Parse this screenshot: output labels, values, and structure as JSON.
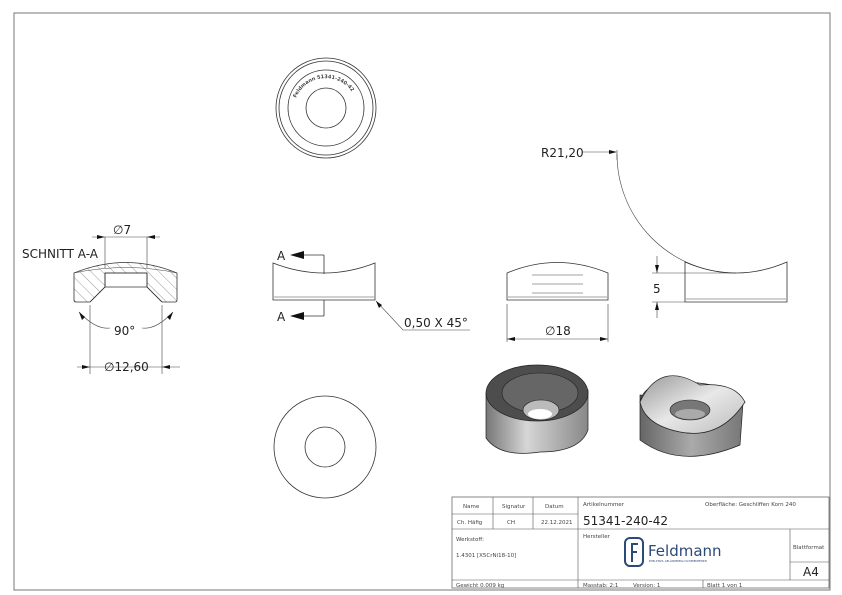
{
  "section_label": "SCHNITT A-A",
  "section_marker": "A",
  "dimensions": {
    "hole_diameter": "∅7",
    "countersink_angle": "90°",
    "countersink_diameter": "∅12,60",
    "chamfer": "0,50 X 45°",
    "outer_diameter": "∅18",
    "radius": "R21,20",
    "height": "5"
  },
  "engraving": "Feldmann 51341-240-42",
  "title_block": {
    "name_header": "Name",
    "signature_header": "Signatur",
    "date_header": "Datum",
    "name": "Ch. Häfig",
    "signature": "CH",
    "date": "22.12.2021",
    "article_label": "Artikelnummer",
    "article_number": "51341-240-42",
    "surface": "Oberfläche:  Geschliffen Korn 240",
    "material_label": "Werkstoff:",
    "material": "1.4301 [X5CrNi18-10]",
    "manufacturer_label": "Hersteller",
    "logo_text": "Feldmann",
    "logo_tagline": "EDELSTAHL GELÄNDERBAU SCHMIEDEEISEN",
    "format_label": "Blattformat",
    "format": "A4",
    "weight": "Gewicht 0.009 kg",
    "scale": "Masstab: 2:1",
    "version": "Version: 1",
    "sheet": "Blatt 1 von 1"
  },
  "colors": {
    "line": "#333333",
    "logo": "#2b4a7a",
    "render_dark": "#555555",
    "render_light": "#d8d8d8"
  }
}
